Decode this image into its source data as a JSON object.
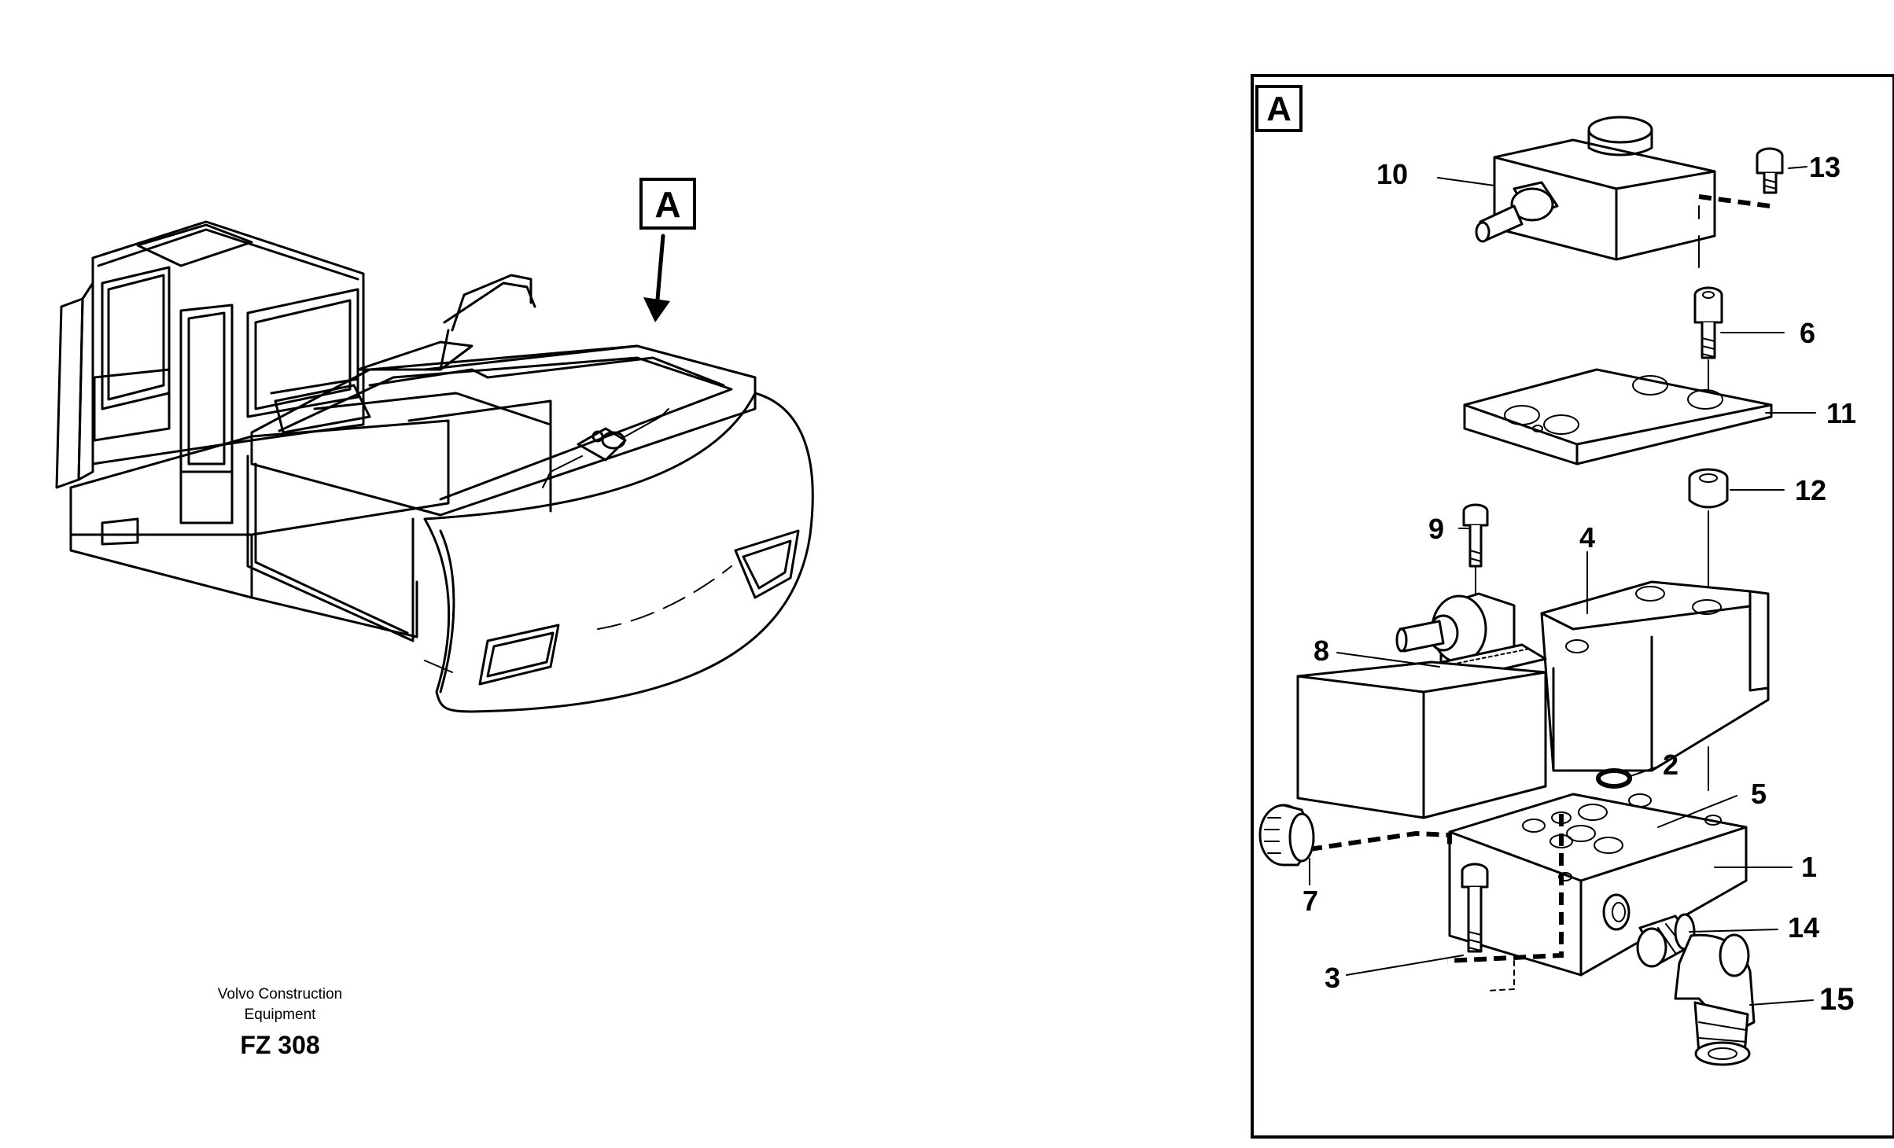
{
  "overview": {
    "detail_marker": "A"
  },
  "credit": {
    "line1": "Volvo Construction",
    "line2": "Equipment",
    "code": "FZ 308"
  },
  "detail": {
    "label": "A",
    "callouts": {
      "c1": "1",
      "c2": "2",
      "c3": "3",
      "c4": "4",
      "c5": "5",
      "c6": "6",
      "c7": "7",
      "c8": "8",
      "c9": "9",
      "c10": "10",
      "c11": "11",
      "c12": "12",
      "c13": "13",
      "c14": "14",
      "c15": "15"
    }
  }
}
